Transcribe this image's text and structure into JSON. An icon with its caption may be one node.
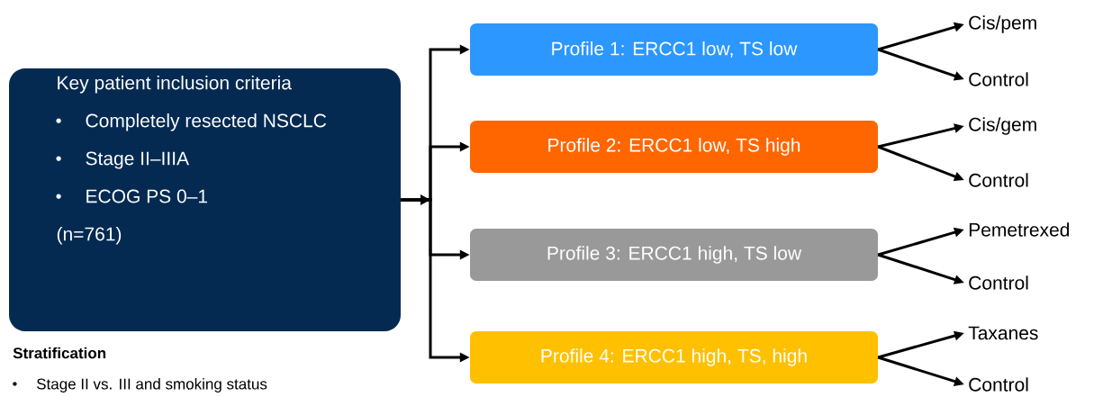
{
  "diagram": {
    "nodes": [
      {
        "text": [
          "Key patient inclusion criteria",
          "Completely resected NSCLC",
          "Stage II–IIIA",
          "ECOG PS 0–1",
          "(n=761)"
        ]
      },
      {
        "text": [
          "Profile 1: ERCC1 low, TS low"
        ]
      },
      {
        "text": [
          "Profile 2: ERCC1 low, TS high"
        ]
      },
      {
        "text": [
          "Profile 3: ERCC1 high, TS low"
        ]
      },
      {
        "text": [
          "Profile 4: ERCC1 high, TS, high"
        ]
      },
      {
        "text": [
          "Cis/pem"
        ]
      },
      {
        "text": [
          "Control"
        ]
      },
      {
        "text": [
          "Cis/gem"
        ]
      },
      {
        "text": [
          "Control"
        ]
      },
      {
        "text": [
          "Pemetrexed"
        ]
      },
      {
        "text": [
          "Control"
        ]
      },
      {
        "text": [
          "Taxanes"
        ]
      },
      {
        "text": [
          "Control"
        ]
      }
    ],
    "edges": [
      {
        "from": 0,
        "to": 1,
        "arrow": "to"
      },
      {
        "from": 0,
        "to": 2,
        "arrow": "to"
      },
      {
        "from": 0,
        "to": 3,
        "arrow": "to"
      },
      {
        "from": 0,
        "to": 4,
        "arrow": "to"
      },
      {
        "from": 1,
        "to": 5,
        "arrow": "to"
      },
      {
        "from": 1,
        "to": 6,
        "arrow": "to"
      },
      {
        "from": 2,
        "to": 7,
        "arrow": "to"
      },
      {
        "from": 2,
        "to": 8,
        "arrow": "to"
      },
      {
        "from": 3,
        "to": 9,
        "arrow": "to"
      },
      {
        "from": 3,
        "to": 10,
        "arrow": "to"
      },
      {
        "from": 4,
        "to": 11,
        "arrow": "to"
      },
      {
        "from": 4,
        "to": 12,
        "arrow": "to"
      }
    ],
    "labels": [
      "Stratification",
      "Stage II vs. III and smoking status"
    ]
  }
}
